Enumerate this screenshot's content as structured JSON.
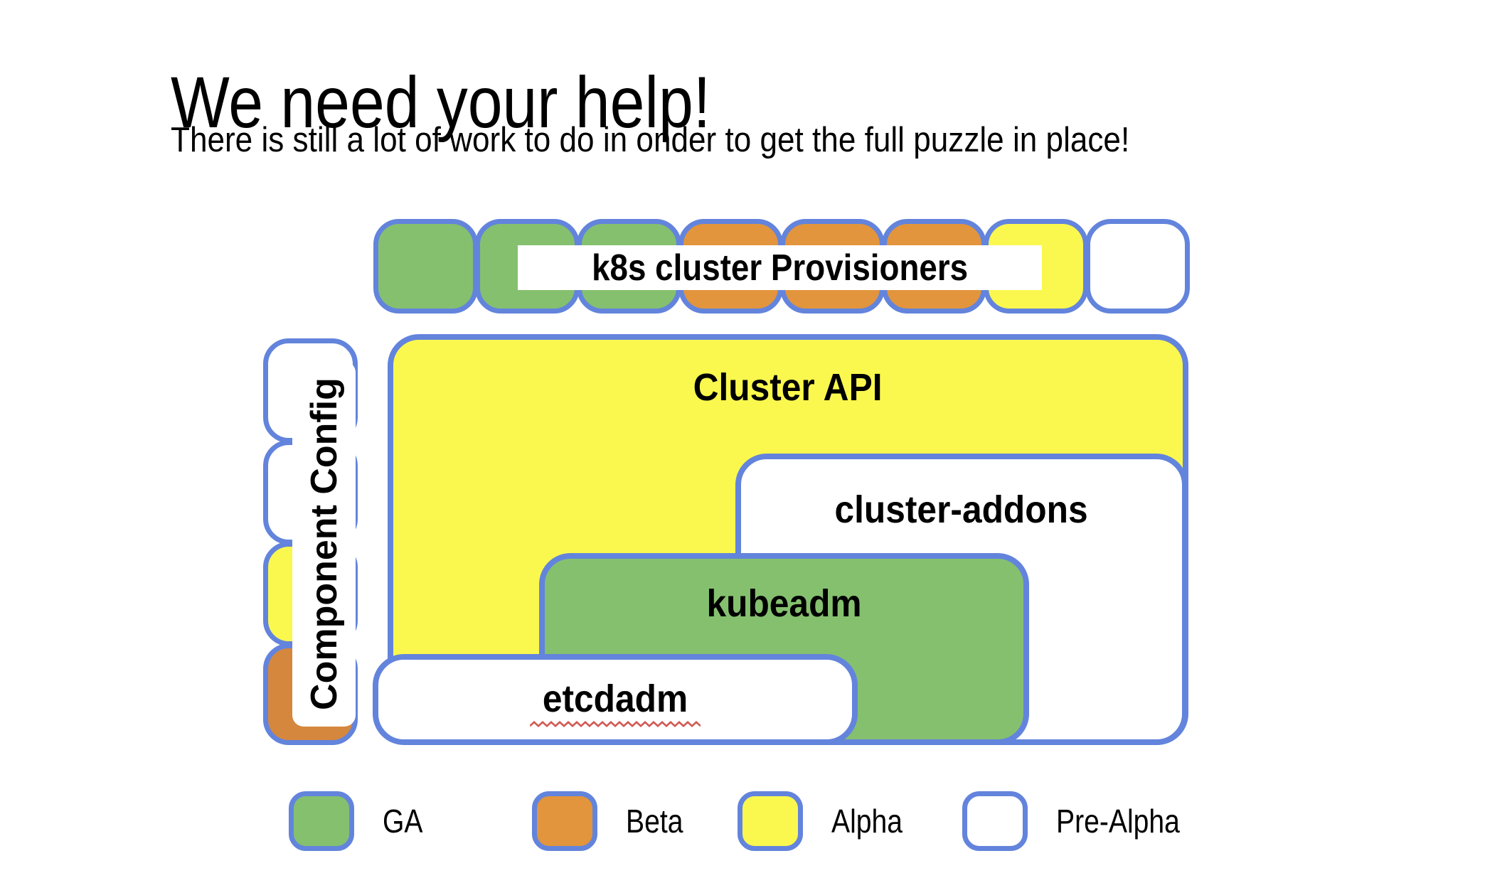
{
  "title": "We need your help!",
  "subtitle": "There is still a lot of work to do in onder to get the full puzzle in place!",
  "colors": {
    "border_blue": "#6384DC",
    "component_config_beta_orange": "#D5873E",
    "spellcheck_red": "#D05A52",
    "background_white": "#FFFFFF",
    "text_black": "#000000"
  },
  "status_colors": {
    "ga": "#85C06F",
    "beta": "#E2953C",
    "alpha": "#FAF84E",
    "pre-alpha": "#FFFFFF"
  },
  "puzzle": {
    "provisioners": {
      "label": "k8s cluster Provisioners",
      "pieces": [
        "ga",
        "ga",
        "ga",
        "beta",
        "beta",
        "beta",
        "alpha",
        "pre-alpha"
      ]
    },
    "component_config": {
      "label": "Component Config",
      "pieces": [
        "pre-alpha",
        "pre-alpha",
        "alpha",
        "beta"
      ]
    },
    "cluster_api": {
      "label": "Cluster API",
      "status": "alpha"
    },
    "cluster_addons": {
      "label": "cluster-addons",
      "status": "pre-alpha"
    },
    "kubeadm": {
      "label": "kubeadm",
      "status": "ga"
    },
    "etcdadm": {
      "label": "etcdadm",
      "status": "pre-alpha",
      "spellcheck_underline": true
    }
  },
  "legend": [
    {
      "label": "GA",
      "status": "ga"
    },
    {
      "label": "Beta",
      "status": "beta"
    },
    {
      "label": "Alpha",
      "status": "alpha"
    },
    {
      "label": "Pre-Alpha",
      "status": "pre-alpha"
    }
  ]
}
